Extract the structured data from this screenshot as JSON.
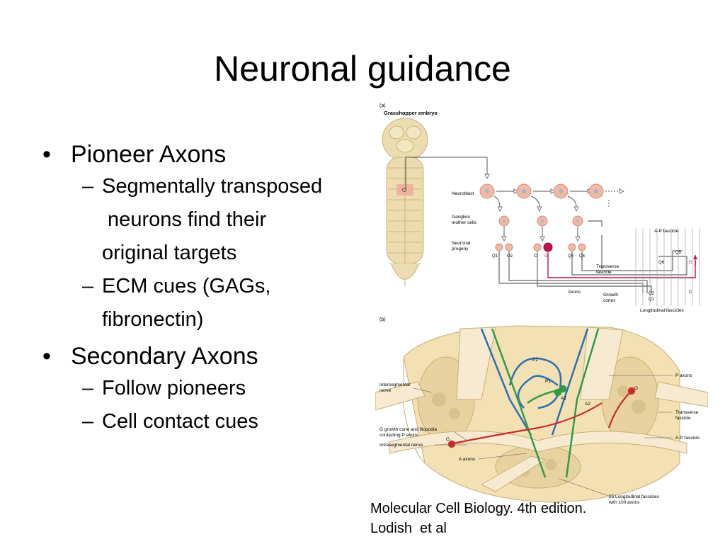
{
  "slide": {
    "title": "Neuronal guidance",
    "bullets": [
      {
        "text": "Pioneer Axons",
        "subs": [
          {
            "lines": [
              "Segmentally transposed",
              " neurons find their",
              "original targets"
            ]
          },
          {
            "lines": [
              "ECM cues (GAGs,",
              "fibronectin)"
            ]
          }
        ]
      },
      {
        "text": "Secondary Axons",
        "subs": [
          {
            "lines": [
              "Follow pioneers"
            ]
          },
          {
            "lines": [
              "Cell contact cues"
            ]
          }
        ]
      }
    ],
    "dash": "–",
    "citation": [
      "Molecular Cell Biology. 4th edition.",
      "Lodish  et al"
    ]
  },
  "figure_a": {
    "panel": "(a)",
    "heading": "Grasshopper embryo",
    "labels": {
      "neuroblast": "Neuroblast",
      "ganglion_1": "Ganglion",
      "ganglion_2": "mother cells",
      "neuronal_1": "Neuronal",
      "neuronal_2": "progeny",
      "ap_fascicle": "A-P fascicle",
      "transverse_1": "Transverse",
      "transverse_2": "fascicle",
      "axons": "Axons",
      "growth_1": "Growth",
      "growth_2": "cones",
      "longitudinal": "Longitudinal fascicles",
      "q1": "Q1",
      "q2": "Q2",
      "c": "C",
      "g": "G",
      "q5": "Q5",
      "q6": "Q6",
      "r_q5": "Q5",
      "r_q6": "Q6",
      "r_g": "G",
      "r_c": "C",
      "r_q2": "Q2",
      "r_q1": "Q1"
    },
    "accent_red": "#c0134a",
    "cell_color": "#f2b8a6"
  },
  "figure_b": {
    "panel": "(b)",
    "labels": {
      "p2": "P2",
      "p1": "P1",
      "a1": "A1",
      "a2": "A2",
      "g_left": "G",
      "g_right": "G",
      "intersegmental_1": "Intersegmental",
      "intersegmental_2": "nerve",
      "g_growth_1": "G growth cone and filopodia",
      "g_growth_2": "contacting P axons",
      "intrasegmental": "Intrasegmental nerve",
      "a_axons": "A axons",
      "p_axons": "P axons",
      "transverse_1": "Transverse",
      "transverse_2": "fascicle",
      "ap_fascicle": "A-P fascicle",
      "longitudinal_1": "25 Longitudinal fascicles",
      "longitudinal_2": "with 100 axons"
    },
    "colors": {
      "blue": "#2a6fb6",
      "green": "#2f9a4a",
      "red": "#cc2a2a",
      "tissue": "#f3e1b4"
    }
  }
}
